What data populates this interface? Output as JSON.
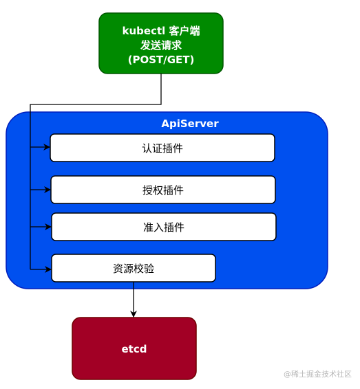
{
  "client": {
    "lines": [
      "kubectl 客户端",
      "发送请求",
      "(POST/GET)"
    ],
    "fill": "#008a00",
    "stroke": "#005700",
    "text_color": "#ffffff"
  },
  "apiserver": {
    "title": "ApiServer",
    "fill": "#0050ef",
    "stroke": "#001dbc",
    "text_color": "#ffffff"
  },
  "plugins": [
    {
      "label": "认证插件"
    },
    {
      "label": "授权插件"
    },
    {
      "label": "准入插件"
    },
    {
      "label": "资源校验"
    }
  ],
  "plugin_style": {
    "fill": "#ffffff",
    "stroke": "#000000",
    "text_color": "#000000"
  },
  "etcd": {
    "label": "etcd",
    "fill": "#a20025",
    "stroke": "#6f0000",
    "text_color": "#ffffff"
  },
  "watermark": "@稀土掘金技术社区"
}
